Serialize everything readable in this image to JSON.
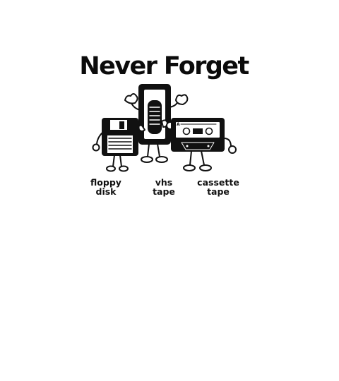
{
  "title": "Never Forget",
  "characters": [
    {
      "id": "floppy",
      "line1": "floppy",
      "line2": "disk"
    },
    {
      "id": "vhs",
      "line1": "vhs",
      "line2": "tape"
    },
    {
      "id": "cassette",
      "line1": "cassette",
      "line2": "tape"
    }
  ],
  "cassette_side_letter": "A",
  "colors": {
    "ink": "#111111",
    "background": "#ffffff"
  }
}
